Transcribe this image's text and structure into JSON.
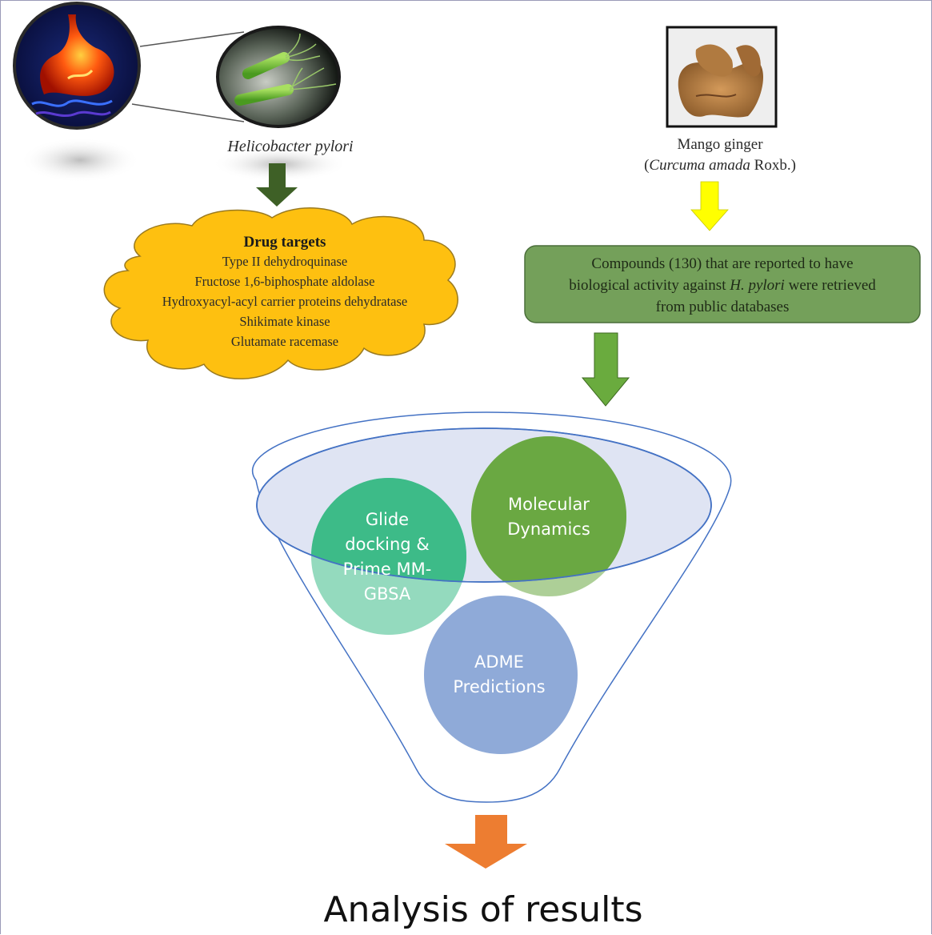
{
  "pathogen": {
    "name": "Helicobacter pylori",
    "stomach_image": "stomach-illustration",
    "bacteria_image": "h-pylori-bacteria-micrograph"
  },
  "drug_targets": {
    "title": "Drug targets",
    "items": [
      "Type II dehydroquinase",
      "Fructose 1,6-biphosphate aldolase",
      "Hydroxyacyl-acyl  carrier proteins dehydratase",
      "Shikimate kinase",
      "Glutamate racemase"
    ]
  },
  "plant": {
    "common_name": "Mango ginger",
    "open_paren": "(",
    "scientific_name": "Curcuma amada",
    "authority": " Roxb.)",
    "image": "mango-ginger-rhizome-photo"
  },
  "compounds_box": {
    "line1": "Compounds (130) that are reported to have",
    "line2_pre": "biological  activity against ",
    "line2_italic": "H. pylori",
    "line2_post": " were retrieved",
    "line3": "from public databases"
  },
  "funnel": {
    "stages": [
      {
        "lines": [
          "Glide",
          "docking &",
          "Prime MM-",
          "GBSA"
        ],
        "color": "#3dbb88"
      },
      {
        "lines": [
          "Molecular",
          "Dynamics"
        ],
        "color": "#6aa842"
      },
      {
        "lines": [
          "ADME",
          "Predictions"
        ],
        "color": "#8faad8"
      }
    ]
  },
  "result": {
    "label": "Analysis of results"
  },
  "colors": {
    "dark_green_arrow": "#3e6026",
    "yellow_arrow": "#ffff00",
    "green_arrow": "#6aab3e",
    "orange_arrow": "#ed7d31",
    "cloud_fill": "#fec010",
    "box_fill": "#74a05a",
    "funnel_stroke": "#4472c4"
  }
}
